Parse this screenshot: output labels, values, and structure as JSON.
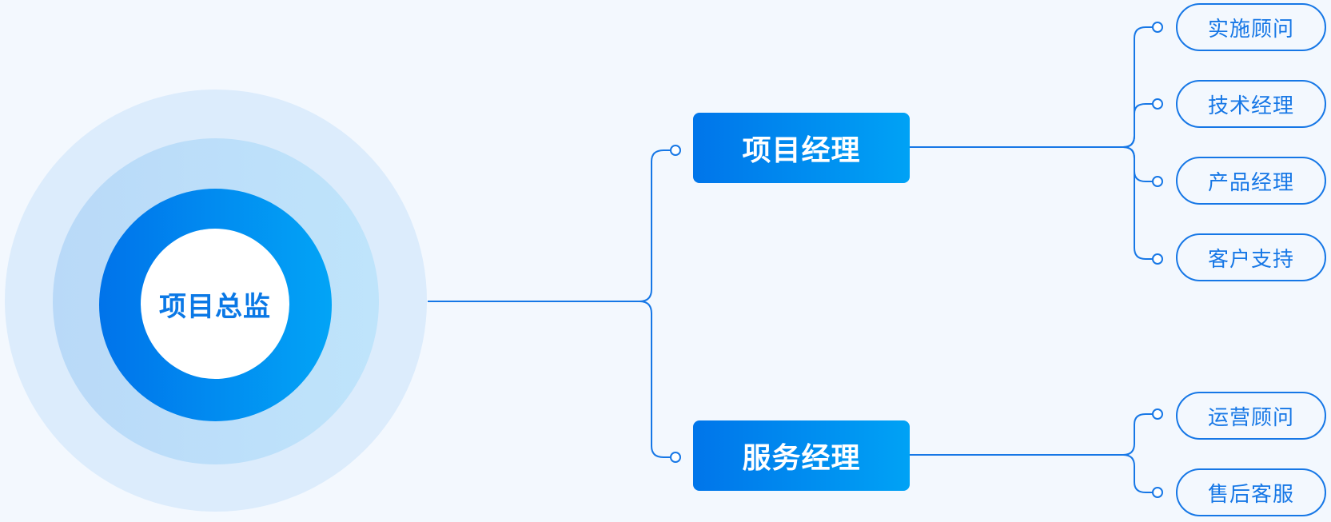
{
  "root": {
    "label": "项目总监"
  },
  "managers": [
    {
      "label": "项目经理",
      "children": [
        "实施顾问",
        "技术经理",
        "产品经理",
        "客户支持"
      ]
    },
    {
      "label": "服务经理",
      "children": [
        "运营顾问",
        "售后客服"
      ]
    }
  ],
  "colors": {
    "line": "#1677e6",
    "gradient_start": "#0075ea",
    "gradient_end": "#00a2f5",
    "background": "#f3f8fe"
  }
}
